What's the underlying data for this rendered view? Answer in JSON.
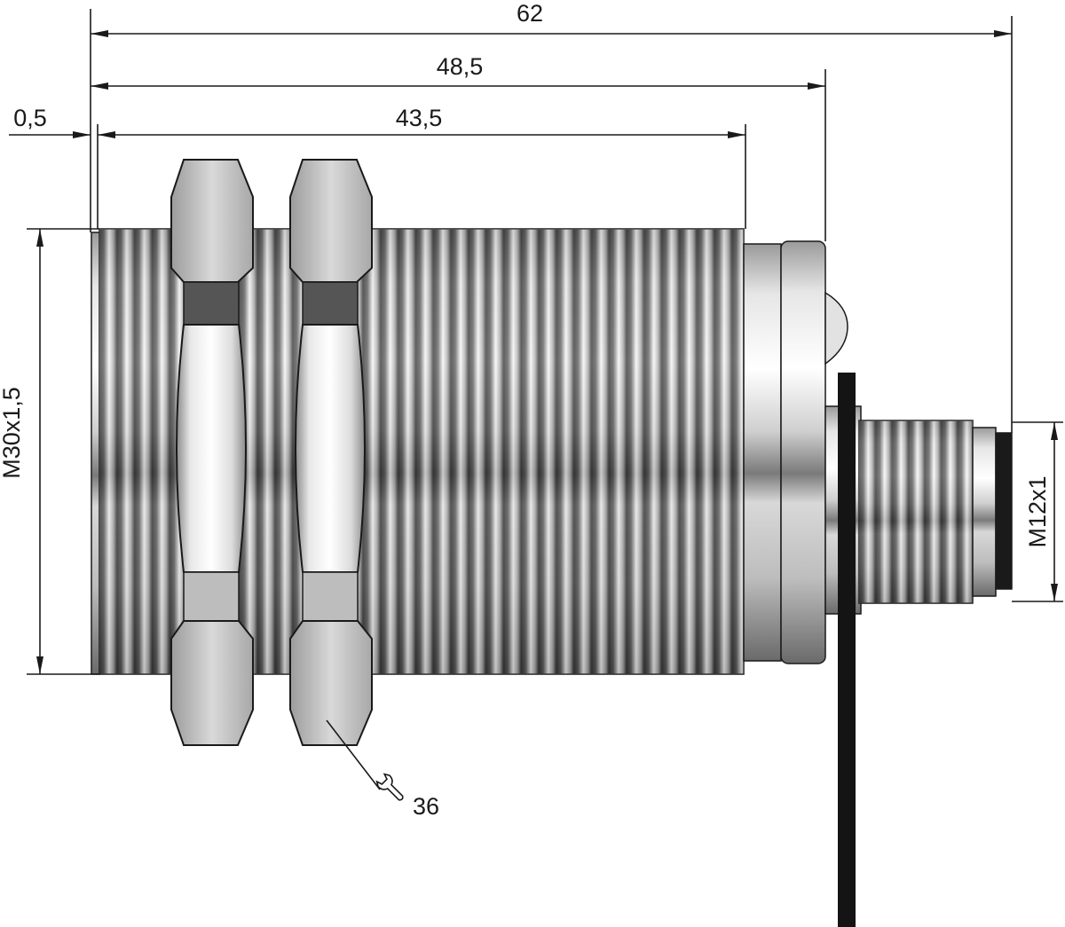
{
  "dimensions": {
    "overall_length": "62",
    "housing_length": "48,5",
    "thread_length": "43,5",
    "front_offset": "0,5",
    "main_thread": "M30x1,5",
    "connector_thread": "M12x1",
    "wrench_size": "36"
  },
  "colors": {
    "line": "#1a1a1a",
    "metal_light": "#f2f2f2",
    "metal_dark": "#1e1e1e",
    "cable": "#141414"
  },
  "icons": {
    "wrench": "wrench-icon"
  }
}
